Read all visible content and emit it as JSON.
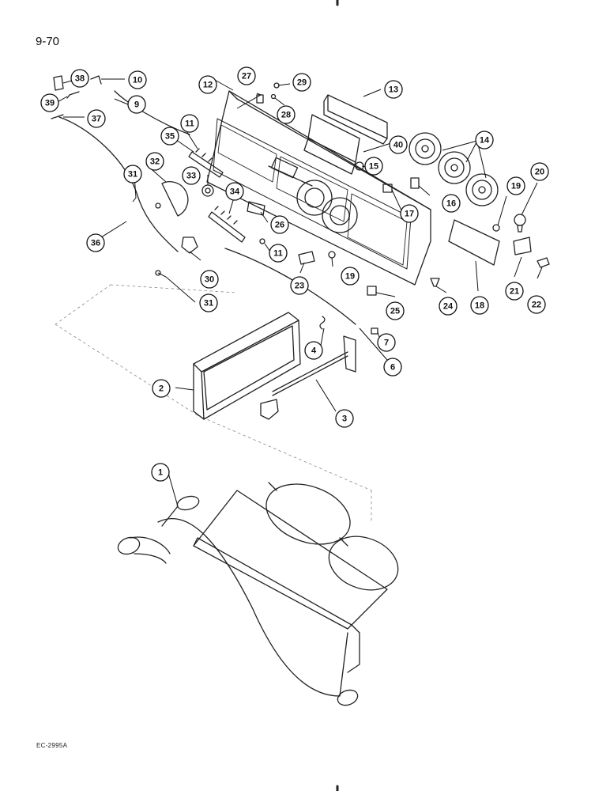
{
  "page": {
    "number": "9-70",
    "doc_code": "EC-2995A"
  },
  "callouts": [
    "1",
    "2",
    "3",
    "4",
    "6",
    "7",
    "9",
    "10",
    "11",
    "11",
    "12",
    "13",
    "14",
    "15",
    "16",
    "17",
    "18",
    "19",
    "19",
    "20",
    "21",
    "22",
    "23",
    "24",
    "25",
    "26",
    "27",
    "28",
    "29",
    "30",
    "31",
    "31",
    "32",
    "33",
    "34",
    "35",
    "36",
    "37",
    "38",
    "39",
    "40"
  ]
}
